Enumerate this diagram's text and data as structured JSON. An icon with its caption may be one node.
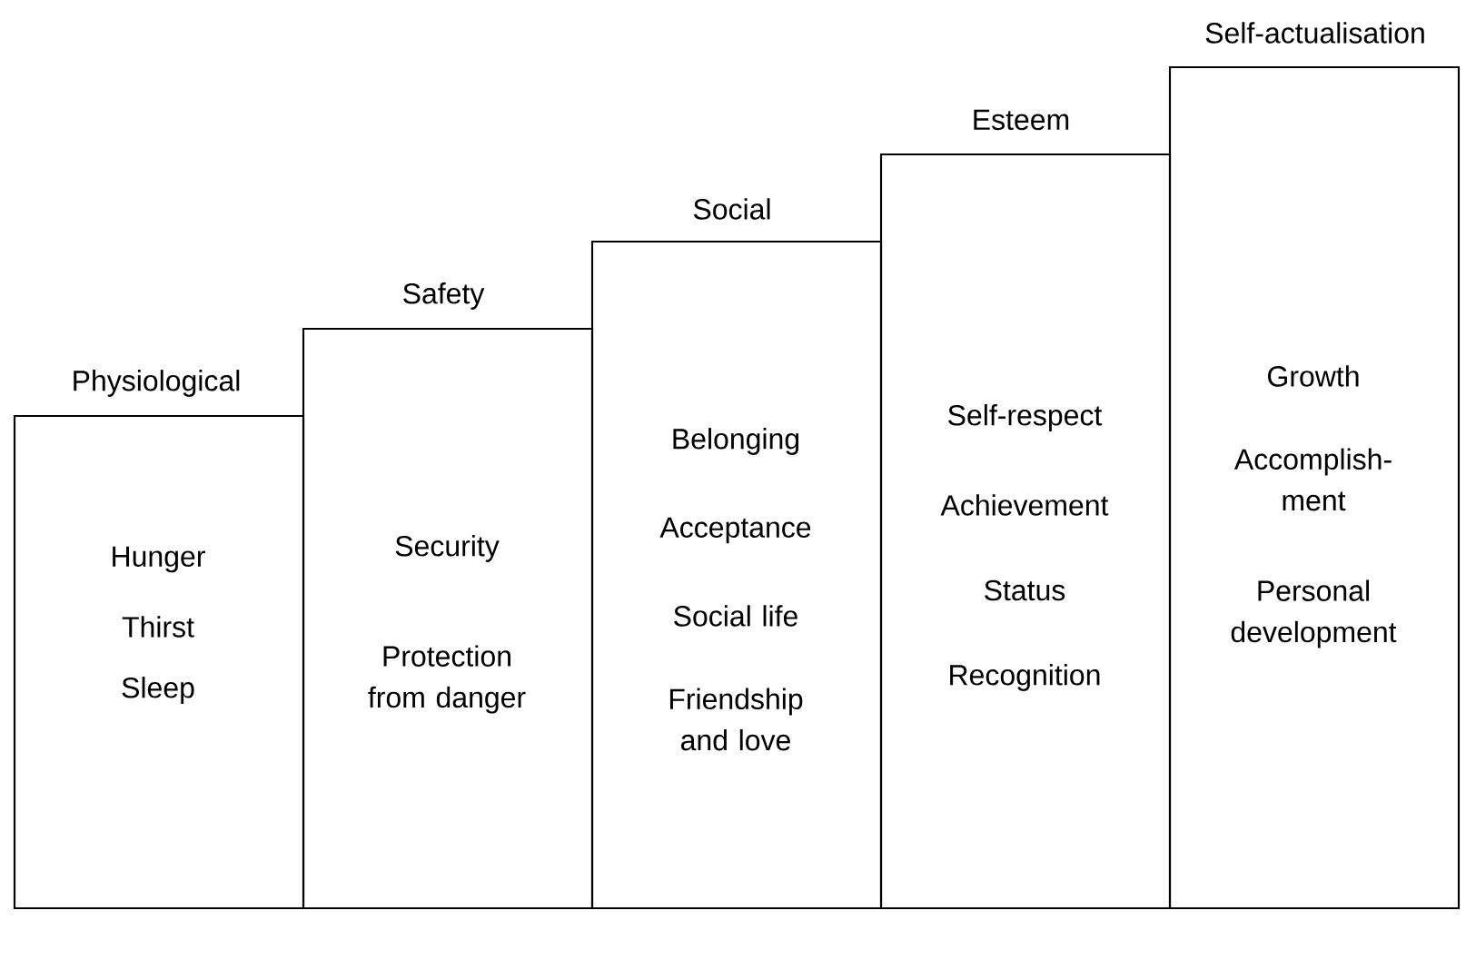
{
  "diagram": {
    "nodes": [
      {
        "text": [
          "Physiological",
          "Hunger",
          "Thirst",
          "Sleep"
        ]
      },
      {
        "text": [
          "Safety",
          "Security",
          "Protection from danger"
        ]
      },
      {
        "text": [
          "Social",
          "Belonging",
          "Acceptance",
          "Social life",
          "Friendship and love"
        ]
      },
      {
        "text": [
          "Esteem",
          "Self-respect",
          "Achievement",
          "Status",
          "Recognition"
        ]
      },
      {
        "text": [
          "Self-actualisation",
          "Growth",
          "Accomplish-ment",
          "Personal development"
        ]
      }
    ]
  }
}
